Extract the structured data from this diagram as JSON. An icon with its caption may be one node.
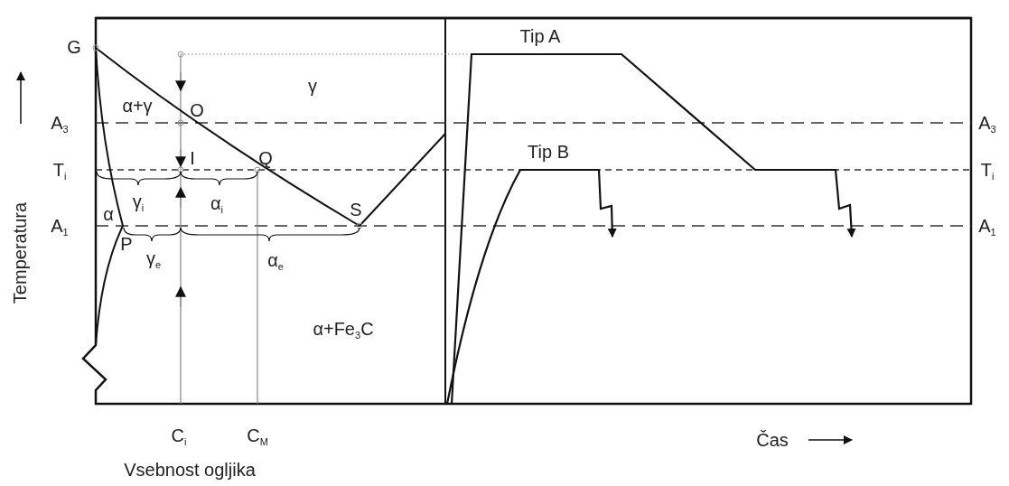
{
  "diagram": {
    "labels": [
      "G",
      "Tip A",
      "γ",
      "α+γ",
      "O",
      "A$_{3}$",
      "A$_{3}$",
      "I",
      "Q",
      "Tip B",
      "T$_{i}$",
      "T$_{i}$",
      "γ$_{i}$",
      "α$_{i}$",
      "α",
      "S",
      "A$_{1}$",
      "A$_{1}$",
      "P",
      "γ$_{e}$",
      "α$_{e}$",
      "Temperatura",
      "α+Fe$_{3}$C",
      "C$_{i}$",
      "C$_{M}$",
      "Čas",
      "Vsebnost ogljika"
    ]
  }
}
